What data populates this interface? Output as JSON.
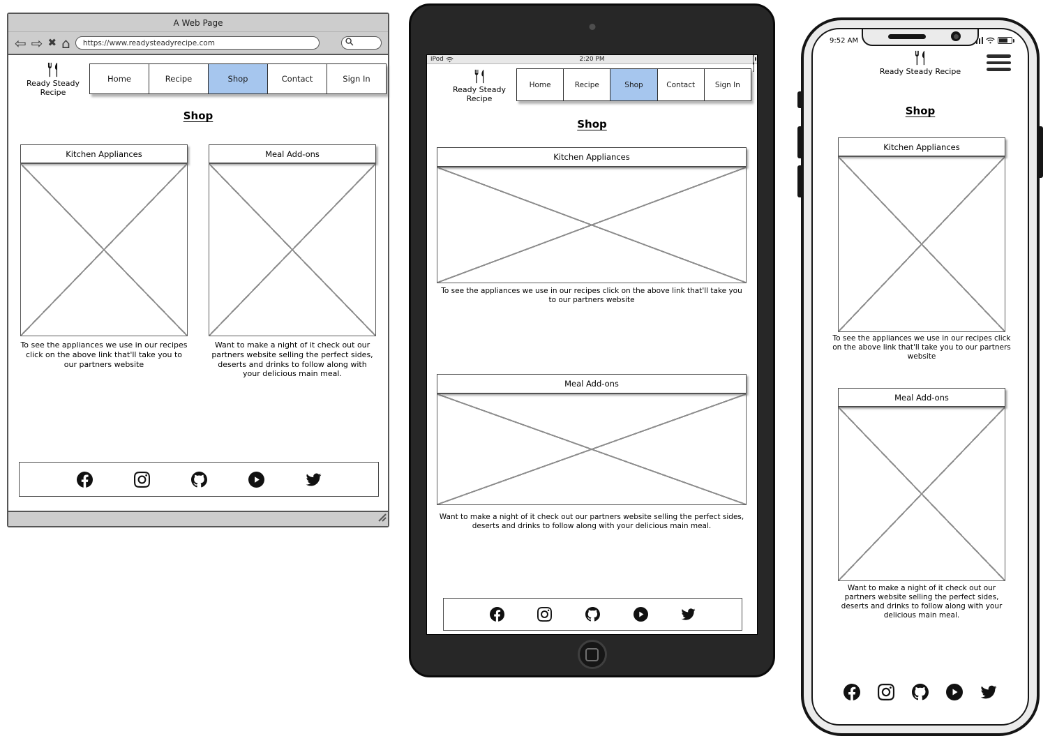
{
  "browser": {
    "window_title": "A Web Page",
    "url": "https://www.readysteadyrecipe.com"
  },
  "brand": {
    "name": "Ready Steady Recipe"
  },
  "nav": {
    "items": [
      {
        "label": "Home"
      },
      {
        "label": "Recipe"
      },
      {
        "label": "Shop"
      },
      {
        "label": "Contact"
      },
      {
        "label": "Sign In"
      }
    ],
    "active": "Shop"
  },
  "page": {
    "heading": "Shop",
    "cards": {
      "appliances": {
        "title": "Kitchen Appliances",
        "caption": "To see the appliances we use in our recipes click on the above link that'll take you to our partners website"
      },
      "addons": {
        "title": "Meal Add-ons",
        "caption": "Want to make a night of it check out our partners website selling the perfect sides, deserts and drinks to follow along with your delicious main meal."
      }
    }
  },
  "social": {
    "icons": [
      "facebook",
      "instagram",
      "github",
      "youtube",
      "twitter"
    ]
  },
  "devices": {
    "tablet": {
      "carrier": "iPod",
      "time": "2:20 PM"
    },
    "phone": {
      "time": "9:52 AM"
    }
  },
  "colors": {
    "active_tab": "#a6c6ee",
    "placeholder_line": "#8c8c8c",
    "chrome_gray": "#cdcdcd"
  }
}
